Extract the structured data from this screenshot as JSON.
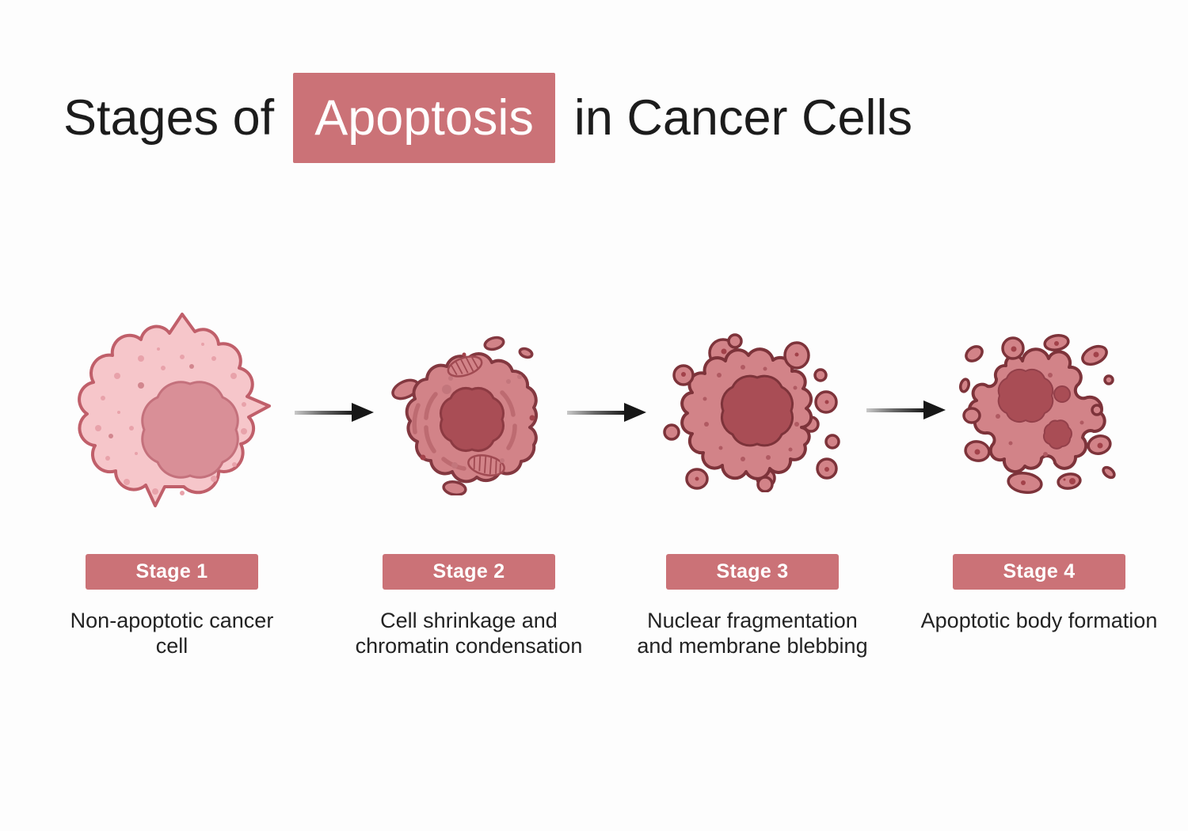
{
  "page": {
    "background": "#fdfdfd"
  },
  "title": {
    "prefix": "Stages of",
    "highlight": "Apoptosis",
    "suffix": "in Cancer Cells",
    "highlight_bg": "#cb7277",
    "highlight_text_color": "#ffffff",
    "text_color": "#1c1c1c"
  },
  "stages": [
    {
      "label": "Stage 1",
      "description": "Non-apoptotic cancer cell",
      "illustration": "non-apoptotic-cancer-cell-icon"
    },
    {
      "label": "Stage 2",
      "description": "Cell shrinkage and chromatin condensation",
      "illustration": "shrunken-cell-chromatin-condensation-icon"
    },
    {
      "label": "Stage 3",
      "description": "Nuclear fragmentation and membrane blebbing",
      "illustration": "nuclear-fragmentation-membrane-blebbing-icon"
    },
    {
      "label": "Stage 4",
      "description": "Apoptotic body formation",
      "illustration": "apoptotic-body-formation-icon"
    }
  ],
  "colors": {
    "stage_badge_bg": "#cb7277",
    "stage_badge_text": "#ffffff",
    "description_text": "#232323",
    "arrow": "#171717",
    "stage1_cell_body": "#f6c6ca",
    "stage1_cell_outline": "#c05f6a",
    "stage1_nucleus": "#d98f97",
    "late_stage_cell_body": "#d28388",
    "late_stage_cell_outline": "#7d333a",
    "late_stage_nucleus": "#a94d55"
  }
}
